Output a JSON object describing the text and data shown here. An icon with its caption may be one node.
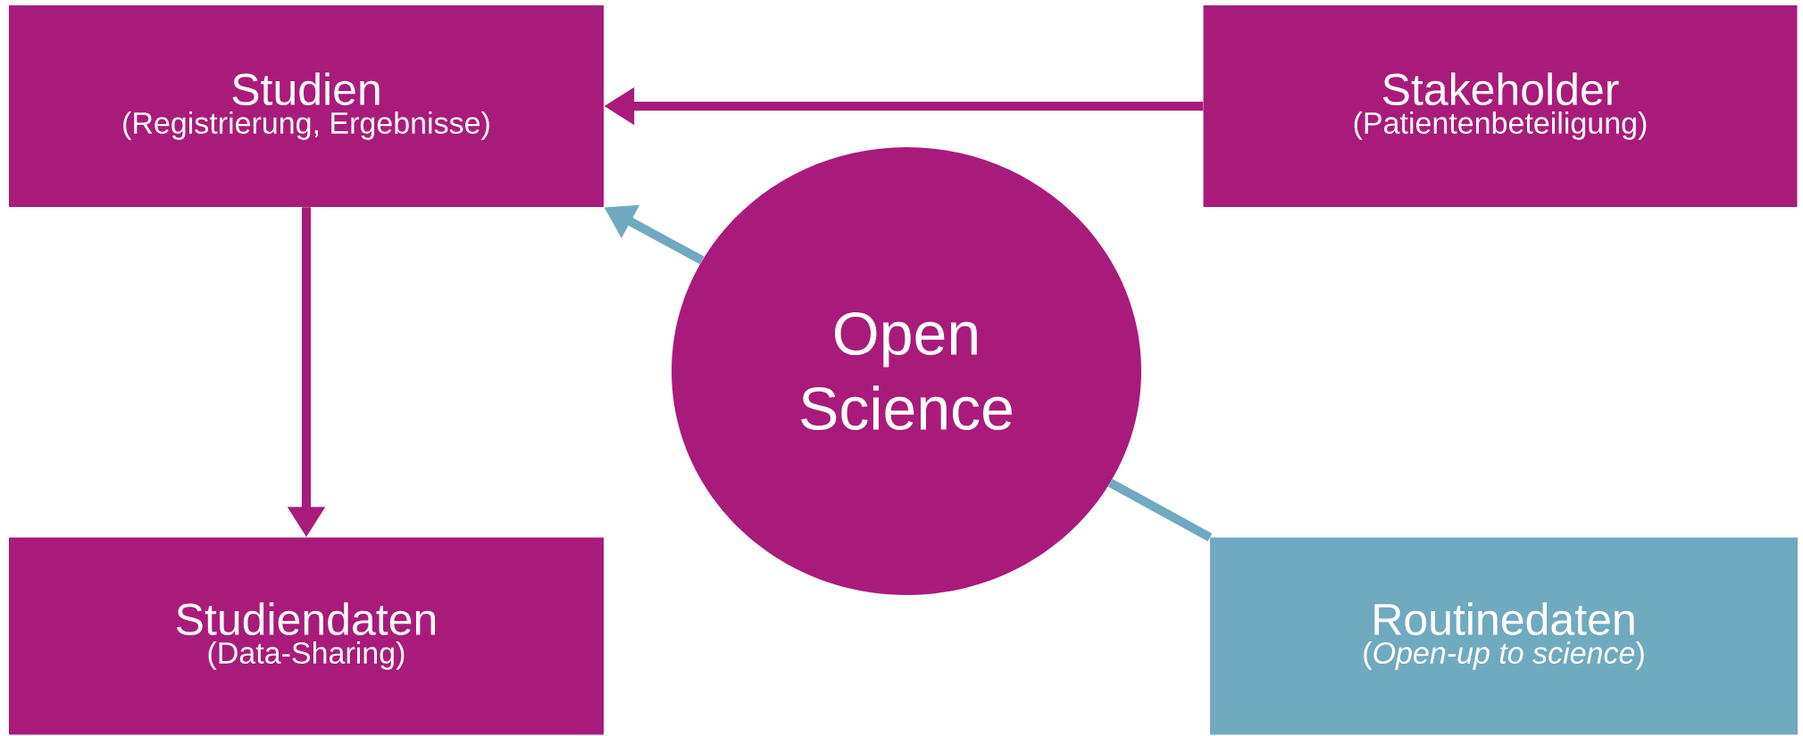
{
  "diagram": {
    "nodes": [
      {
        "text": [
          "Studien",
          "(Registrierung, Ergebnisse)"
        ]
      },
      {
        "text": [
          "Stakeholder",
          "(Patientenbeteiligung)"
        ]
      },
      {
        "text": [
          "Open Science"
        ]
      },
      {
        "text": [
          "Studiendaten",
          "(Data-Sharing)"
        ]
      },
      {
        "text": [
          "Routinedaten",
          "(*Open-up to science*)"
        ]
      }
    ],
    "edges": [
      {
        "from": 1,
        "to": 0,
        "arrow": "to"
      },
      {
        "from": 0,
        "to": 3,
        "arrow": "to"
      },
      {
        "from": 2,
        "to": 0,
        "arrow": "to",
        "color": "#70aac0"
      },
      {
        "from": 4,
        "to": 2,
        "arrow": "none",
        "color": "#70aac0"
      }
    ]
  }
}
